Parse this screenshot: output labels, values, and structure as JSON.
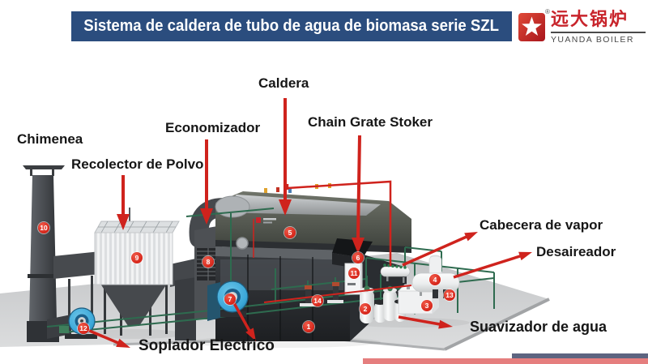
{
  "header": {
    "title": "Sistema de caldera de tubo de agua de biomasa serie SZL",
    "banner_color": "#2b4d7e",
    "logo": {
      "chinese_name": "远大锅炉",
      "english_name": "YUANDA BOILER",
      "registered_mark": "®",
      "brand_red": "#c8242b"
    }
  },
  "diagram": {
    "labels": {
      "caldera": "Caldera",
      "chain_grate_stoker": "Chain Grate Stoker",
      "economizador": "Economizador",
      "chimenea": "Chimenea",
      "recolector_de_polvo": "Recolector de Polvo",
      "cabecera_de_vapor": "Cabecera de vapor",
      "desaireador": "Desaireador",
      "suavizador_de_agua": "Suavizador de agua",
      "soplador_electrico": "Soplador Electrico"
    },
    "markers": [
      "1",
      "2",
      "3",
      "4",
      "5",
      "6",
      "7",
      "8",
      "9",
      "10",
      "11",
      "12",
      "13",
      "14"
    ],
    "colors": {
      "arrow_red": "#cf231d",
      "marker_red": "#d6261b",
      "pipe_green": "#2e6b4f",
      "floor_gray": "#c9cbcd",
      "blower_blue": "#3aa7d8"
    }
  },
  "footer": {
    "stripe_pink": "#e57e7e",
    "stripe_blue": "#5d6480"
  }
}
